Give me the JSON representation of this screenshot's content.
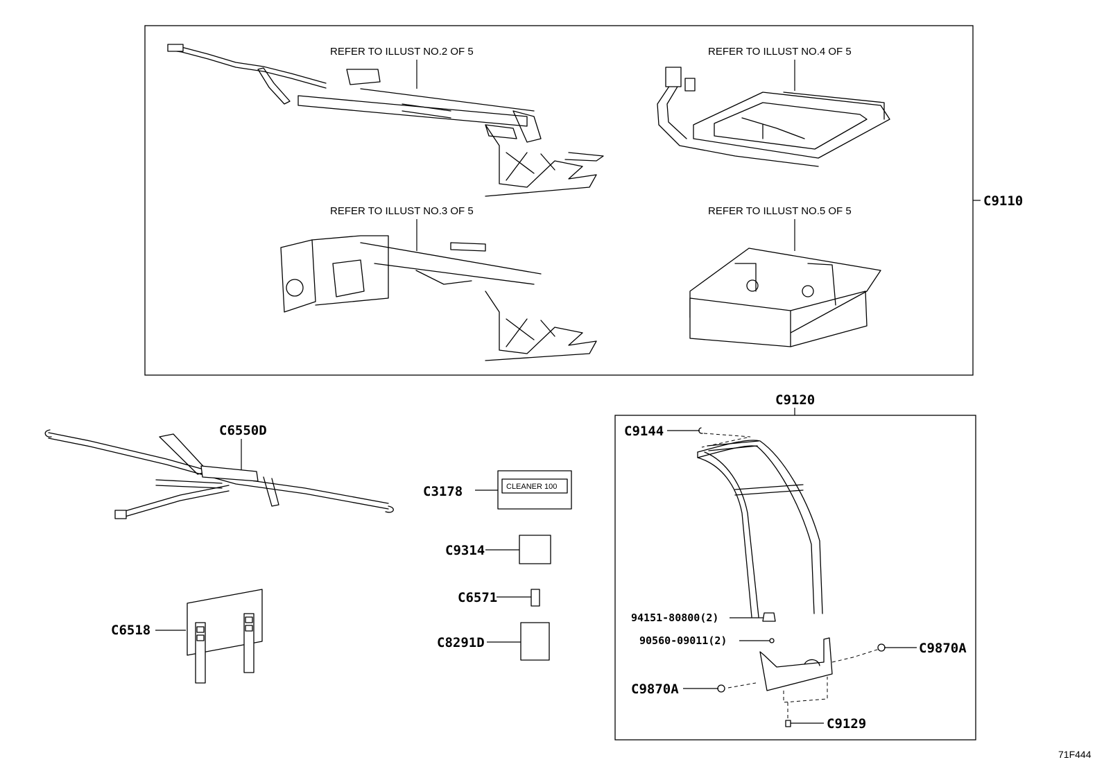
{
  "figure_id": "71F444",
  "groups": {
    "seat_frame": {
      "callout": "C9110",
      "refs": [
        "REFER TO ILLUST NO.2 OF 5",
        "REFER TO ILLUST NO.4 OF 5",
        "REFER TO ILLUST NO.3 OF 5",
        "REFER TO ILLUST NO.5 OF 5"
      ]
    },
    "guard": {
      "callout": "C9120",
      "parts": [
        "C9144",
        "94151-80800(2)",
        "90560-09011(2)",
        "C9870A",
        "C9870A",
        "C9129"
      ]
    }
  },
  "parts": {
    "belt": "C6550D",
    "cleaner": "C3178",
    "cleaner_label": "CLEANER 100",
    "plate": "C9314",
    "clip": "C6571",
    "card": "C8291D",
    "cover": "C6518"
  }
}
